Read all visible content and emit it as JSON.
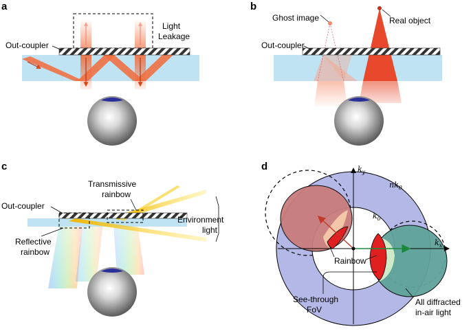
{
  "panels": {
    "a": {
      "letter": "a",
      "outcoupler_label": "Out-coupler",
      "leak_label_line1": "Light",
      "leak_label_line2": "Leakage"
    },
    "b": {
      "letter": "b",
      "ghost_label": "Ghost image",
      "real_label": "Real object",
      "outcoupler_label": "Out-coupler"
    },
    "c": {
      "letter": "c",
      "outcoupler_label": "Out-coupler",
      "trans_line1": "Transmissive",
      "trans_line2": "rainbow",
      "refl_line1": "Reflective",
      "refl_line2": "rainbow",
      "env_line1": "Environment",
      "env_line2": "light"
    },
    "d": {
      "letter": "d",
      "ky": "k",
      "ky_sub": "y",
      "kx": "k",
      "kx_sub": "x",
      "nk0": "nk",
      "nk0_sub": "0",
      "k0": "k",
      "k0_sub": "0",
      "rainbow_label": "Rainbow",
      "fov_line1": "See-through",
      "fov_line2": "FoV",
      "diff_line1": "All diffracted",
      "diff_line2": "in-air light"
    }
  },
  "colors": {
    "waveguide": "#bfe3f3",
    "light": "#f26b3a",
    "annulus": "#b3b8e6",
    "red_region": "#c97c7c",
    "teal_region": "#5fa39a",
    "rainbow_red": "#e02020",
    "env_light": "#f7c600"
  }
}
